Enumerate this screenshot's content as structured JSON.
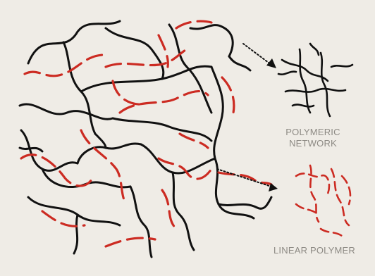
{
  "labels": {
    "network_line1": "POLYMERIC",
    "network_line2": "NETWORK",
    "linear": "LINEAR POLYMER"
  },
  "colors": {
    "background": "#efece6",
    "network_chain": "#111111",
    "linear_chain": "#cc2b22",
    "arrow": "#111111",
    "label_text": "#8d8a84"
  }
}
